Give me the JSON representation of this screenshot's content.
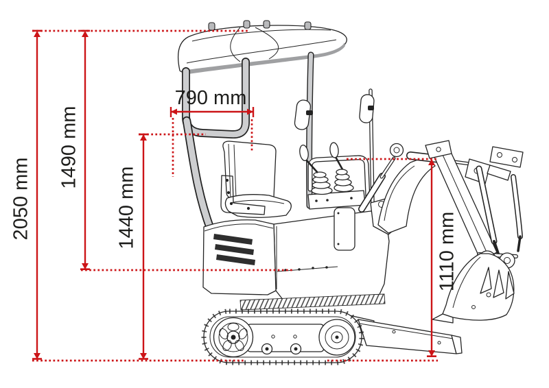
{
  "page": {
    "background": "#ffffff"
  },
  "diagram": {
    "subject": "Mini excavator side view technical drawing with dimension annotations",
    "accent_color": "#cc1417",
    "drawing_color": "#232323",
    "canopy_color": "#c8c9cb",
    "dimensions": {
      "d2050": {
        "label": "2050 mm"
      },
      "d1490": {
        "label": "1490 mm"
      },
      "d1440": {
        "label": "1440 mm"
      },
      "d790": {
        "label": "790 mm"
      },
      "d1110": {
        "label": "1110 mm"
      }
    }
  }
}
